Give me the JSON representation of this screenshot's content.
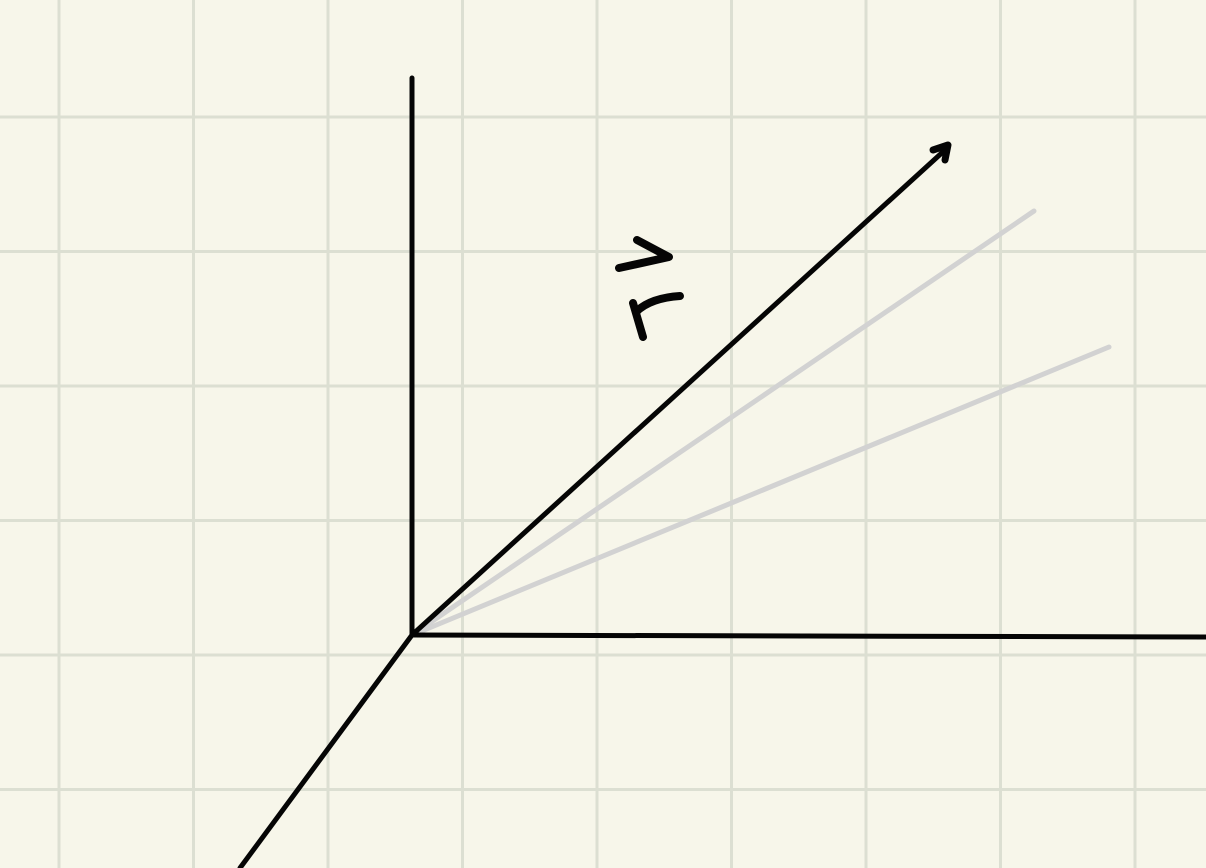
{
  "canvas": {
    "background_color": "#f7f6ea",
    "grid_color": "#dcdfd2",
    "ink_color": "#050505",
    "ghost_color": "#d2d2d2"
  },
  "diagram": {
    "elements": [
      {
        "kind": "axis",
        "name": "vertical-axis"
      },
      {
        "kind": "axis",
        "name": "horizontal-axis"
      },
      {
        "kind": "axis",
        "name": "depth-axis"
      },
      {
        "kind": "vector",
        "name": "vector-r",
        "has_arrowhead": true
      },
      {
        "kind": "ghost-line",
        "name": "ghost-line-upper"
      },
      {
        "kind": "ghost-line",
        "name": "ghost-line-lower"
      },
      {
        "kind": "handwritten-label",
        "name": "vector-r-label"
      }
    ]
  }
}
